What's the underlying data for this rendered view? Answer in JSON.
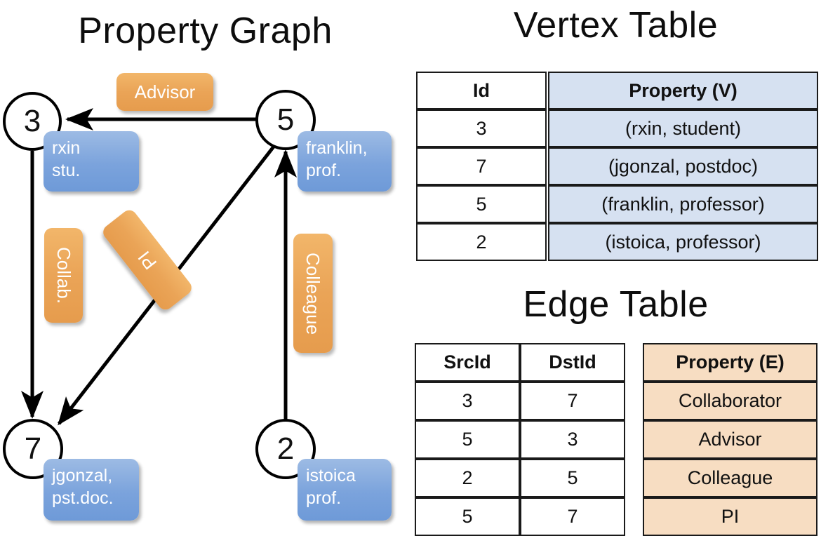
{
  "titles": {
    "property_graph": "Property Graph",
    "vertex_table": "Vertex Table",
    "edge_table": "Edge Table"
  },
  "graph": {
    "nodes": [
      {
        "id": "3",
        "label_line1": "rxin",
        "label_line2": "stu."
      },
      {
        "id": "5",
        "label_line1": "franklin,",
        "label_line2": "prof."
      },
      {
        "id": "7",
        "label_line1": "jgonzal,",
        "label_line2": "pst.doc."
      },
      {
        "id": "2",
        "label_line1": "istoica",
        "label_line2": "prof."
      }
    ],
    "edge_labels": [
      {
        "name": "advisor",
        "text": "Advisor"
      },
      {
        "name": "collab",
        "text": "Collab."
      },
      {
        "name": "pi",
        "text": "PI"
      },
      {
        "name": "colleague",
        "text": "Colleague"
      }
    ],
    "colors": {
      "node_fill": "#ffffff",
      "node_stroke": "#000000",
      "property_box": "#7ba3dc",
      "edge_label_box": "#eaa457",
      "arrow": "#000000"
    }
  },
  "vertex_table": {
    "columns": [
      "Id",
      "Property (V)"
    ],
    "rows": [
      {
        "id": "3",
        "property": "(rxin, student)"
      },
      {
        "id": "7",
        "property": "(jgonzal, postdoc)"
      },
      {
        "id": "5",
        "property": "(franklin, professor)"
      },
      {
        "id": "2",
        "property": "(istoica, professor)"
      }
    ],
    "property_column_color": "#d6e1f1"
  },
  "edge_table": {
    "columns": [
      "SrcId",
      "DstId",
      "Property (E)"
    ],
    "rows": [
      {
        "src": "3",
        "dst": "7",
        "property": "Collaborator"
      },
      {
        "src": "5",
        "dst": "3",
        "property": "Advisor"
      },
      {
        "src": "2",
        "dst": "5",
        "property": "Colleague"
      },
      {
        "src": "5",
        "dst": "7",
        "property": "PI"
      }
    ],
    "property_column_color": "#f7ddc2"
  }
}
